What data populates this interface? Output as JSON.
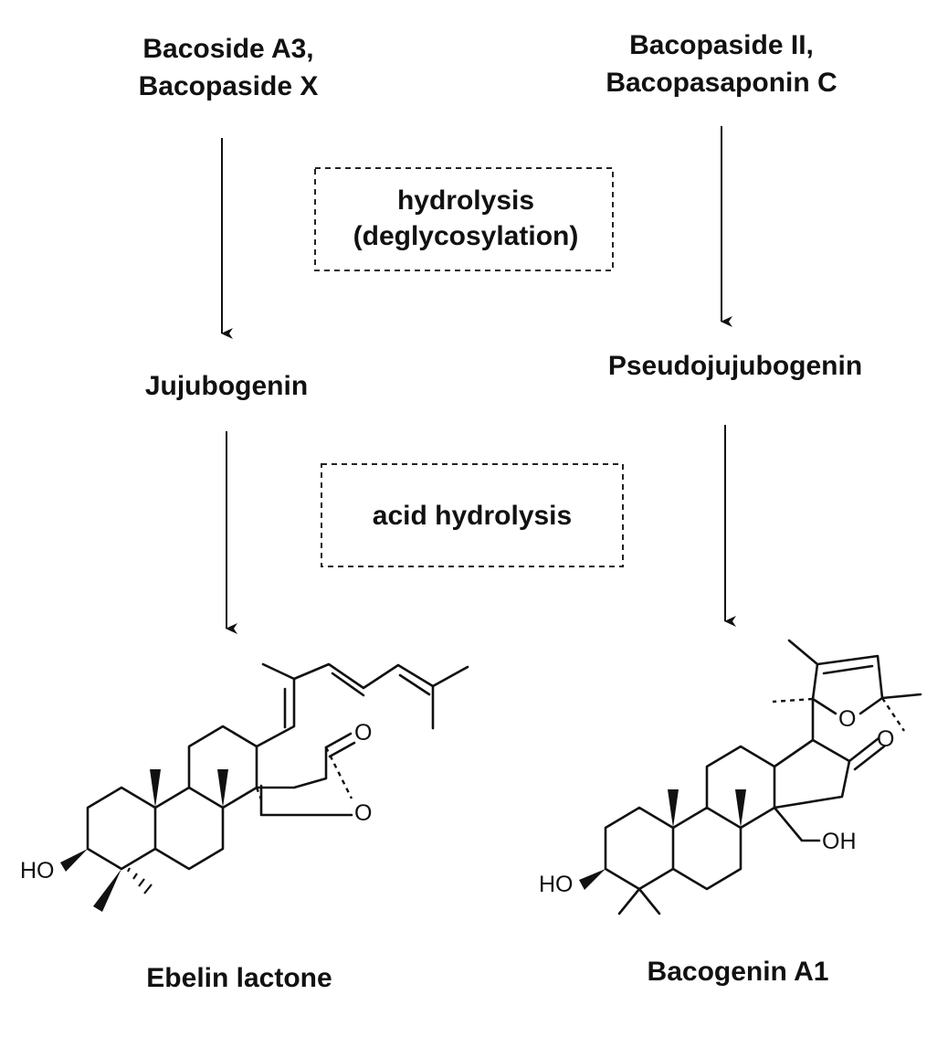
{
  "left": {
    "start_lines": [
      "Bacoside A3,",
      "Bacopaside X"
    ],
    "intermediate": "Jujubogenin",
    "product": "Ebelin lactone"
  },
  "right": {
    "start_lines": [
      "Bacopaside II,",
      "Bacopasaponin C"
    ],
    "intermediate": "Pseudojujubogenin",
    "product": "Bacogenin A1"
  },
  "steps": {
    "step1_lines": [
      "hydrolysis",
      "(deglycosylation)"
    ],
    "step2": "acid hydrolysis"
  },
  "atoms": {
    "ebelin_ho": "HO",
    "ebelin_o_carbonyl": "O",
    "ebelin_o_ring": "O",
    "bacogenin_ho": "HO",
    "bacogenin_o_ring": "O",
    "bacogenin_o_keto": "O",
    "bacogenin_oh": "OH"
  }
}
